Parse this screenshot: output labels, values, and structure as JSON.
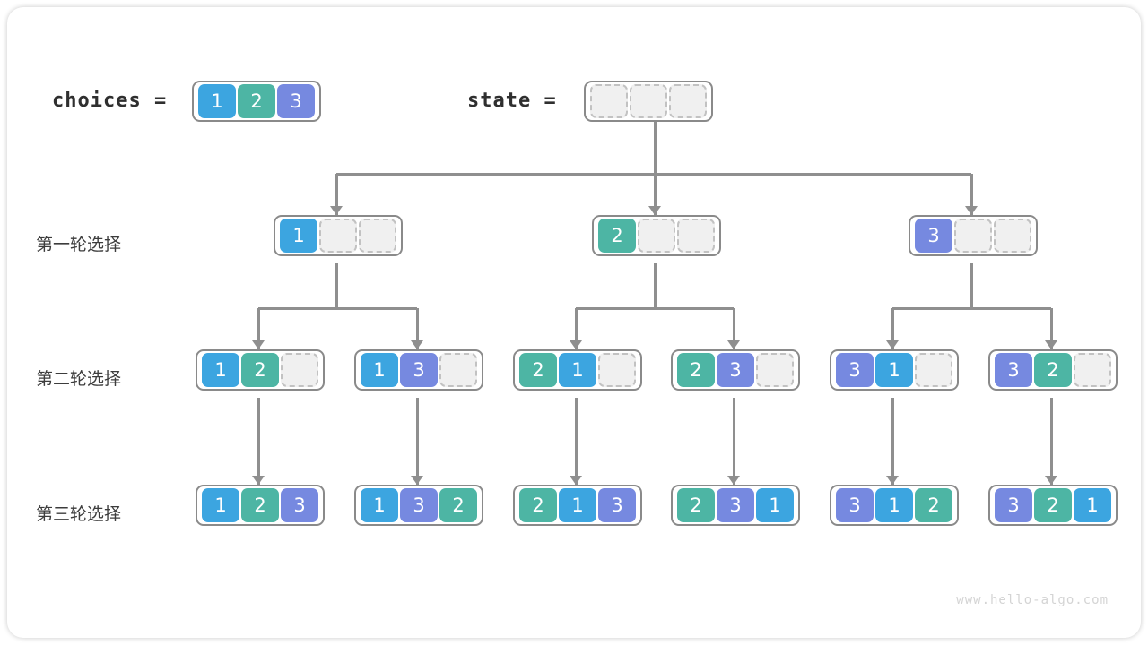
{
  "meta": {
    "watermark": "www.hello-algo.com"
  },
  "header": {
    "choices_label": "choices =",
    "state_label": "state =",
    "choices_values": [
      "1",
      "2",
      "3"
    ],
    "state_values": [
      "",
      "",
      ""
    ]
  },
  "row_labels": {
    "round1": "第一轮选择",
    "round2": "第二轮选择",
    "round3": "第三轮选择"
  },
  "colors": {
    "blue": "#3ca5e0",
    "green": "#4db5a4",
    "purple": "#7689e0",
    "empty_fill": "#f0f0f0",
    "empty_border": "#c2c2c2",
    "box_border": "#8a8a8a",
    "connector": "#8f8f8f",
    "text": "#3c3c3c",
    "watermark": "#d4d4d4"
  },
  "rows": [
    {
      "name": "round1",
      "nodes": [
        {
          "values": [
            "1",
            "",
            ""
          ]
        },
        {
          "values": [
            "2",
            "",
            ""
          ]
        },
        {
          "values": [
            "3",
            "",
            ""
          ]
        }
      ]
    },
    {
      "name": "round2",
      "nodes": [
        {
          "values": [
            "1",
            "2",
            ""
          ]
        },
        {
          "values": [
            "1",
            "3",
            ""
          ]
        },
        {
          "values": [
            "2",
            "1",
            ""
          ]
        },
        {
          "values": [
            "2",
            "3",
            ""
          ]
        },
        {
          "values": [
            "3",
            "1",
            ""
          ]
        },
        {
          "values": [
            "3",
            "2",
            ""
          ]
        }
      ]
    },
    {
      "name": "round3",
      "nodes": [
        {
          "values": [
            "1",
            "2",
            "3"
          ]
        },
        {
          "values": [
            "1",
            "3",
            "2"
          ]
        },
        {
          "values": [
            "2",
            "1",
            "3"
          ]
        },
        {
          "values": [
            "2",
            "3",
            "1"
          ]
        },
        {
          "values": [
            "3",
            "1",
            "2"
          ]
        },
        {
          "values": [
            "3",
            "2",
            "1"
          ]
        }
      ]
    }
  ]
}
